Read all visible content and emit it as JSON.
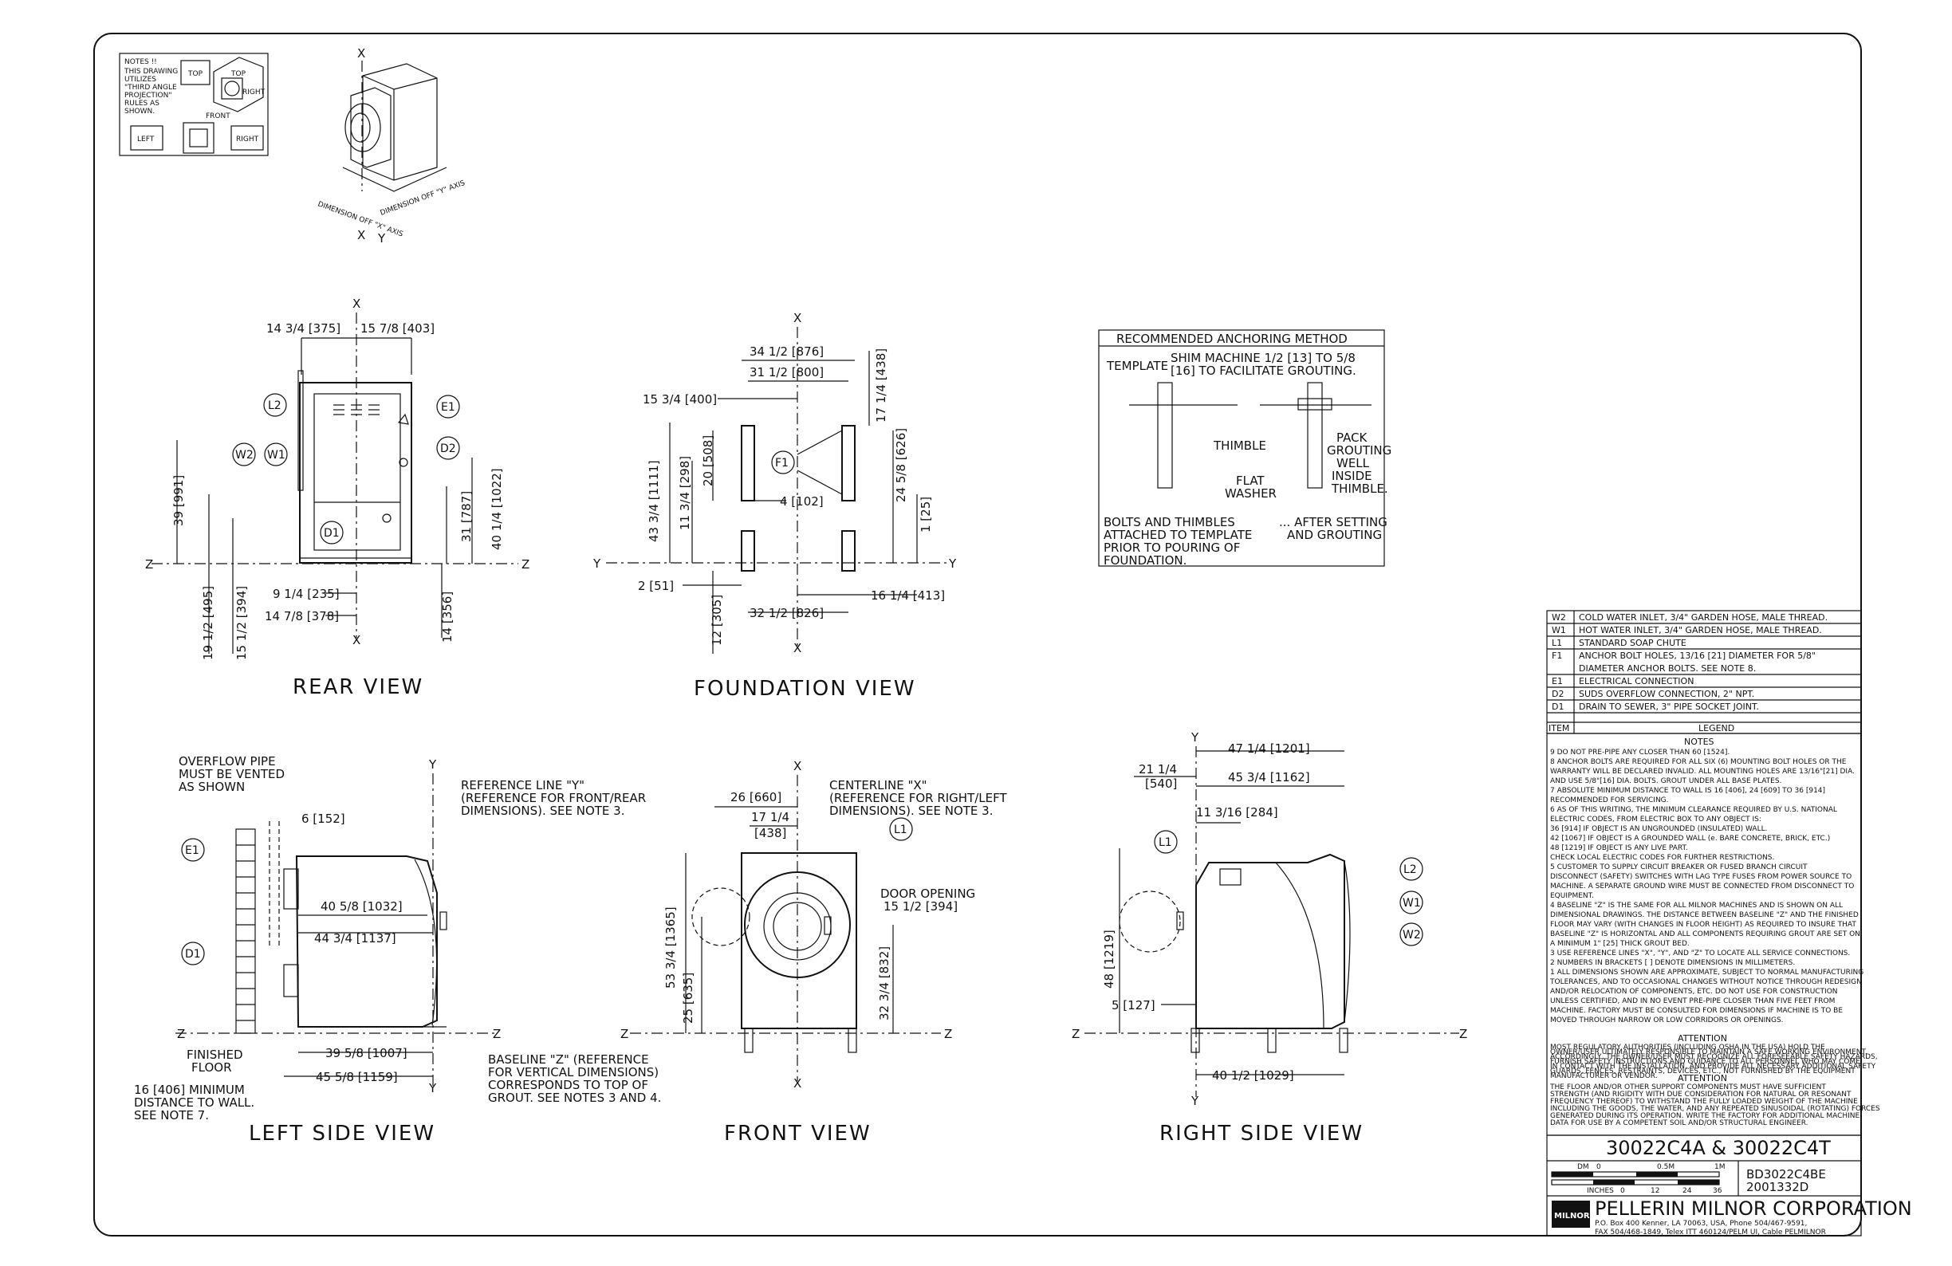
{
  "notes_box": {
    "text": [
      "NOTES !!",
      "THIS DRAWING",
      "UTILIZES",
      "\"THIRD ANGLE",
      "PROJECTION\"",
      "RULES AS",
      "SHOWN."
    ],
    "top": "TOP",
    "front": "FRONT",
    "left": "LEFT",
    "right": "RIGHT"
  },
  "iso": {
    "x": "X",
    "y": "Y",
    "dim_off_x": "DIMENSION OFF \"X\" AXIS",
    "dim_off_y": "DIMENSION OFF \"Y\" AXIS"
  },
  "views": {
    "rear": "REAR VIEW",
    "foundation": "FOUNDATION VIEW",
    "left": "LEFT SIDE VIEW",
    "front": "FRONT VIEW",
    "right": "RIGHT SIDE VIEW"
  },
  "rear_dims": [
    "14 3/4 [375]",
    "15 7/8 [403]",
    "39 [991]",
    "40 1/4 [1022]",
    "31 [787]",
    "19 1/2 [495]",
    "15 1/2 [394]",
    "14 [356]",
    "9 1/4 [235]",
    "14 7/8 [378]"
  ],
  "found_dims": [
    "34 1/2 [876]",
    "31 1/2 [800]",
    "15 3/4 [400]",
    "17 1/4 [438]",
    "24 5/8 [626]",
    "43 3/4 [1111]",
    "20 [508]",
    "11 3/4 [298]",
    "4 [102]",
    "1 [25]",
    "2 [51]",
    "12 [305]",
    "32 1/2 [826]",
    "16 1/4 [413]"
  ],
  "left_dims": [
    "6 [152]",
    "40 5/8 [1032]",
    "44 3/4 [1137]",
    "39 5/8 [1007]",
    "45 5/8 [1159]"
  ],
  "front_dims": [
    "26 [660]",
    "17 1/4",
    "[438]",
    "53 3/4 [1365]",
    "25 [635]",
    "32 3/4 [832]",
    "15 1/2 [394]"
  ],
  "right_dims": [
    "47 1/4 [1201]",
    "21 1/4",
    "[540]",
    "45 3/4 [1162]",
    "11 3/16 [284]",
    "48 [1219]",
    "5 [127]",
    "40 1/2 [1029]"
  ],
  "callouts": [
    "L2",
    "E1",
    "W2",
    "W1",
    "D2",
    "D1",
    "F1",
    "L1"
  ],
  "annotations": {
    "overflow": [
      "OVERFLOW PIPE",
      "MUST BE VENTED",
      "AS SHOWN"
    ],
    "ref_y": [
      "REFERENCE LINE \"Y\"",
      "(REFERENCE FOR FRONT/REAR",
      "DIMENSIONS). SEE NOTE 3."
    ],
    "centerline_x": [
      "CENTERLINE \"X\"",
      "(REFERENCE FOR RIGHT/LEFT",
      "DIMENSIONS). SEE NOTE 3."
    ],
    "door": "DOOR OPENING",
    "finished_floor": [
      "FINISHED",
      "FLOOR"
    ],
    "min_distance": [
      "16 [406] MINIMUM",
      "DISTANCE TO WALL.",
      "SEE NOTE 7."
    ],
    "baseline_z": [
      "BASELINE \"Z\" (REFERENCE",
      "FOR VERTICAL DIMENSIONS)",
      "CORRESPONDS TO TOP OF",
      "GROUT. SEE NOTES 3 AND 4."
    ]
  },
  "anchoring": {
    "title": "RECOMMENDED ANCHORING METHOD",
    "template": "TEMPLATE",
    "shim": [
      "SHIM MACHINE 1/2 [13] TO 5/8",
      "[16] TO FACILITATE GROUTING."
    ],
    "thimble": "THIMBLE",
    "pack": [
      "PACK",
      "GROUTING",
      "WELL",
      "INSIDE",
      "THIMBLE."
    ],
    "washer": [
      "FLAT",
      "WASHER"
    ],
    "bolts": [
      "BOLTS AND THIMBLES",
      "ATTACHED TO TEMPLATE",
      "PRIOR TO POURING OF",
      "FOUNDATION."
    ],
    "after": [
      "... AFTER SETTING",
      "AND GROUTING"
    ]
  },
  "legend": {
    "rows": [
      {
        "item": "W2",
        "desc": "COLD WATER INLET, 3/4\" GARDEN HOSE, MALE THREAD."
      },
      {
        "item": "W1",
        "desc": "HOT WATER INLET, 3/4\" GARDEN HOSE, MALE THREAD."
      },
      {
        "item": "L1",
        "desc": "STANDARD SOAP CHUTE"
      },
      {
        "item": "F1",
        "desc": "ANCHOR BOLT HOLES, 13/16 [21] DIAMETER FOR 5/8\""
      },
      {
        "item": "",
        "desc": "DIAMETER ANCHOR BOLTS. SEE NOTE 8."
      },
      {
        "item": "E1",
        "desc": "ELECTRICAL CONNECTION"
      },
      {
        "item": "D2",
        "desc": "SUDS OVERFLOW CONNECTION, 2\" NPT."
      },
      {
        "item": "D1",
        "desc": "DRAIN TO SEWER, 3\" PIPE SOCKET JOINT."
      }
    ],
    "item_header": "ITEM",
    "title": "LEGEND"
  },
  "notes": {
    "title": "NOTES",
    "lines": [
      "9  DO NOT PRE-PIPE ANY CLOSER THAN 60 [1524].",
      "8  ANCHOR BOLTS ARE REQUIRED FOR ALL SIX (6) MOUNTING BOLT HOLES OR THE",
      "WARRANTY WILL BE DECLARED INVALID. ALL MOUNTING HOLES ARE 13/16\"[21] DIA.",
      "AND USE 5/8\"[16] DIA. BOLTS. GROUT UNDER ALL BASE PLATES.",
      "7  ABSOLUTE MINIMUM DISTANCE TO WALL IS 16 [406], 24 [609] TO 36 [914]",
      "RECOMMENDED FOR SERVICING.",
      "6  AS OF THIS WRITING, THE MINIMUM CLEARANCE REQUIRED BY U.S. NATIONAL",
      "ELECTRIC CODES, FROM ELECTRIC BOX TO ANY OBJECT IS:",
      "36 [914]  IF OBJECT IS AN UNGROUNDED (INSULATED) WALL.",
      "42 [1067] IF OBJECT IS A GROUNDED WALL (e. BARE CONCRETE, BRICK, ETC.)",
      "48 [1219] IF OBJECT IS ANY LIVE PART.",
      "CHECK LOCAL ELECTRIC CODES FOR FURTHER RESTRICTIONS.",
      "5  CUSTOMER TO SUPPLY CIRCUIT BREAKER OR FUSED BRANCH CIRCUIT",
      "DISCONNECT (SAFETY) SWITCHES WITH LAG TYPE FUSES FROM POWER SOURCE TO",
      "MACHINE. A SEPARATE GROUND WIRE MUST BE CONNECTED FROM DISCONNECT TO",
      "EQUIPMENT.",
      "4  BASELINE \"Z\" IS THE SAME FOR ALL MILNOR MACHINES AND IS SHOWN ON ALL",
      "DIMENSIONAL DRAWINGS. THE DISTANCE BETWEEN BASELINE \"Z\" AND THE FINISHED",
      "FLOOR MAY VARY (WITH CHANGES IN FLOOR HEIGHT) AS REQUIRED TO INSURE THAT",
      "BASELINE \"Z\" IS HORIZONTAL AND ALL COMPONENTS REQUIRING GROUT ARE SET ON",
      "A MINIMUM 1\" [25] THICK GROUT BED.",
      "3  USE REFERENCE LINES \"X\", \"Y\", AND \"Z\" TO LOCATE ALL SERVICE CONNECTIONS.",
      "2  NUMBERS IN BRACKETS [ ] DENOTE DIMENSIONS IN MILLIMETERS.",
      "1  ALL DIMENSIONS SHOWN ARE APPROXIMATE, SUBJECT TO NORMAL MANUFACTURING",
      "TOLERANCES, AND TO OCCASIONAL CHANGES WITHOUT NOTICE THROUGH REDESIGN",
      "AND/OR RELOCATION OF COMPONENTS, ETC. DO NOT USE FOR CONSTRUCTION",
      "UNLESS CERTIFIED, AND IN NO EVENT PRE-PIPE CLOSER THAN FIVE FEET FROM",
      "MACHINE. FACTORY MUST BE CONSULTED FOR DIMENSIONS IF MACHINE IS TO BE",
      "MOVED THROUGH NARROW OR LOW CORRIDORS OR OPENINGS."
    ]
  },
  "attention1": {
    "title": "ATTENTION",
    "lines": [
      "MOST REGULATORY AUTHORITIES (INCLUDING OSHA IN THE USA) HOLD THE",
      "OWNER/USER ULTIMATELY RESPONSIBLE TO MAINTAIN A SAFE WORKING ENVIRONMENT.",
      "ACCORDINGLY, THE OWNER/USER MUST RECOGNIZE ALL FORESEEABLE SAFETY HAZARDS,",
      "FURNISH SAFETY INSTRUCTIONS AND GUIDANCE TO ALL PERSONNEL WHO MAY COME",
      "IN CONTACT WITH THE INSTALLATION, AND PROVIDE ALL NECESSARY ADDITIONAL SAFETY",
      "GUARDS, FENCES, RESTRAINTS, DEVICES, ETC., NOT FURNISHED BY THE EQUIPMENT",
      "MANUFACTURER OR VENDOR."
    ]
  },
  "attention2": {
    "title": "ATTENTION",
    "lines": [
      "THE FLOOR AND/OR OTHER SUPPORT COMPONENTS MUST HAVE SUFFICIENT",
      "STRENGTH (AND RIGIDITY WITH DUE CONSIDERATION FOR NATURAL OR RESONANT",
      "FREQUENCY THEREOF) TO WITHSTAND THE FULLY LOADED WEIGHT OF THE MACHINE",
      "INCLUDING THE GOODS, THE WATER, AND ANY REPEATED SINUSOIDAL (ROTATING) FORCES",
      "GENERATED DURING ITS OPERATION. WRITE THE FACTORY FOR ADDITIONAL MACHINE",
      "DATA FOR USE BY A COMPETENT SOIL AND/OR STRUCTURAL ENGINEER."
    ]
  },
  "title_block": {
    "models": "30022C4A & 30022C4T",
    "scale_dm": "DM",
    "scale_0": "0",
    "scale_05m": "0.5M",
    "scale_1m": "1M",
    "scale_inches": "INCHES",
    "scale_0i": "0",
    "scale_12": "12",
    "scale_24": "24",
    "scale_36": "36",
    "drawing_no": "BD3022C4BE",
    "doc_no": "2001332D",
    "logo": "MILNOR",
    "company": "PELLERIN MILNOR CORPORATION",
    "address": "P.O. Box 400 Kenner, LA 70063, USA, Phone 504/467-9591,",
    "fax": "FAX 504/468-1849, Telex ITT 460124/PELM UI, Cable PELMILNOR"
  }
}
